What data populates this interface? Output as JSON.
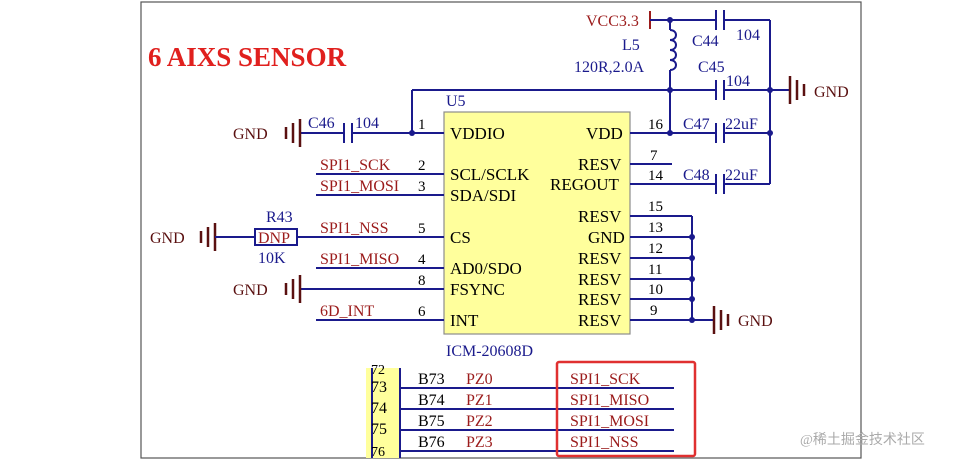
{
  "title": "6 AIXS SENSOR",
  "colors": {
    "title": "#e0201e",
    "net_red": "#9b1b1b",
    "wire": "#1a1a8c",
    "ground": "#5a1010",
    "chip_fill": "#ffff9c",
    "chip_stroke": "#8c8c8c",
    "highlight": "#e03030",
    "text_dark": "#000000",
    "connector_fill": "#ffff9c"
  },
  "power": {
    "vcc": "VCC3.3",
    "inductor_ref": "L5",
    "inductor_value": "120R,2.0A",
    "gnd": "GND"
  },
  "capacitors": {
    "c44": {
      "ref": "C44",
      "value": "104"
    },
    "c45": {
      "ref": "C45",
      "value": "104"
    },
    "c46": {
      "ref": "C46",
      "value": "104"
    },
    "c47": {
      "ref": "C47",
      "value": "22uF"
    },
    "c48": {
      "ref": "C48",
      "value": "22uF"
    }
  },
  "resistor": {
    "ref": "R43",
    "value": "DNP",
    "alt_value": "10K"
  },
  "chip": {
    "ref": "U5",
    "part": "ICM-20608D",
    "left_pins": [
      {
        "num": "1",
        "name": "VDDIO",
        "net": ""
      },
      {
        "num": "2",
        "name": "SCL/SCLK",
        "net": "SPI1_SCK"
      },
      {
        "num": "3",
        "name": "SDA/SDI",
        "net": "SPI1_MOSI"
      },
      {
        "num": "5",
        "name": "CS",
        "net": "SPI1_NSS"
      },
      {
        "num": "4",
        "name": "AD0/SDO",
        "net": "SPI1_MISO"
      },
      {
        "num": "8",
        "name": "FSYNC",
        "net": ""
      },
      {
        "num": "6",
        "name": "INT",
        "net": "6D_INT"
      }
    ],
    "right_pins": [
      {
        "num": "16",
        "name": "VDD"
      },
      {
        "num": "7",
        "name": "RESV"
      },
      {
        "num": "14",
        "name": "REGOUT"
      },
      {
        "num": "15",
        "name": "RESV"
      },
      {
        "num": "13",
        "name": "GND"
      },
      {
        "num": "12",
        "name": "RESV"
      },
      {
        "num": "11",
        "name": "RESV"
      },
      {
        "num": "10",
        "name": "RESV"
      },
      {
        "num": "9",
        "name": "RESV"
      }
    ]
  },
  "connector": {
    "rows": [
      {
        "num": "72",
        "pin": "",
        "port": ""
      },
      {
        "num": "73",
        "pin": "B73",
        "port": "PZ0",
        "net": "SPI1_SCK"
      },
      {
        "num": "74",
        "pin": "B74",
        "port": "PZ1",
        "net": "SPI1_MISO"
      },
      {
        "num": "75",
        "pin": "B75",
        "port": "PZ2",
        "net": "SPI1_MOSI"
      },
      {
        "num": "76",
        "pin": "B76",
        "port": "PZ3",
        "net": "SPI1_NSS"
      }
    ]
  },
  "watermark": "@稀土掘金技术社区"
}
